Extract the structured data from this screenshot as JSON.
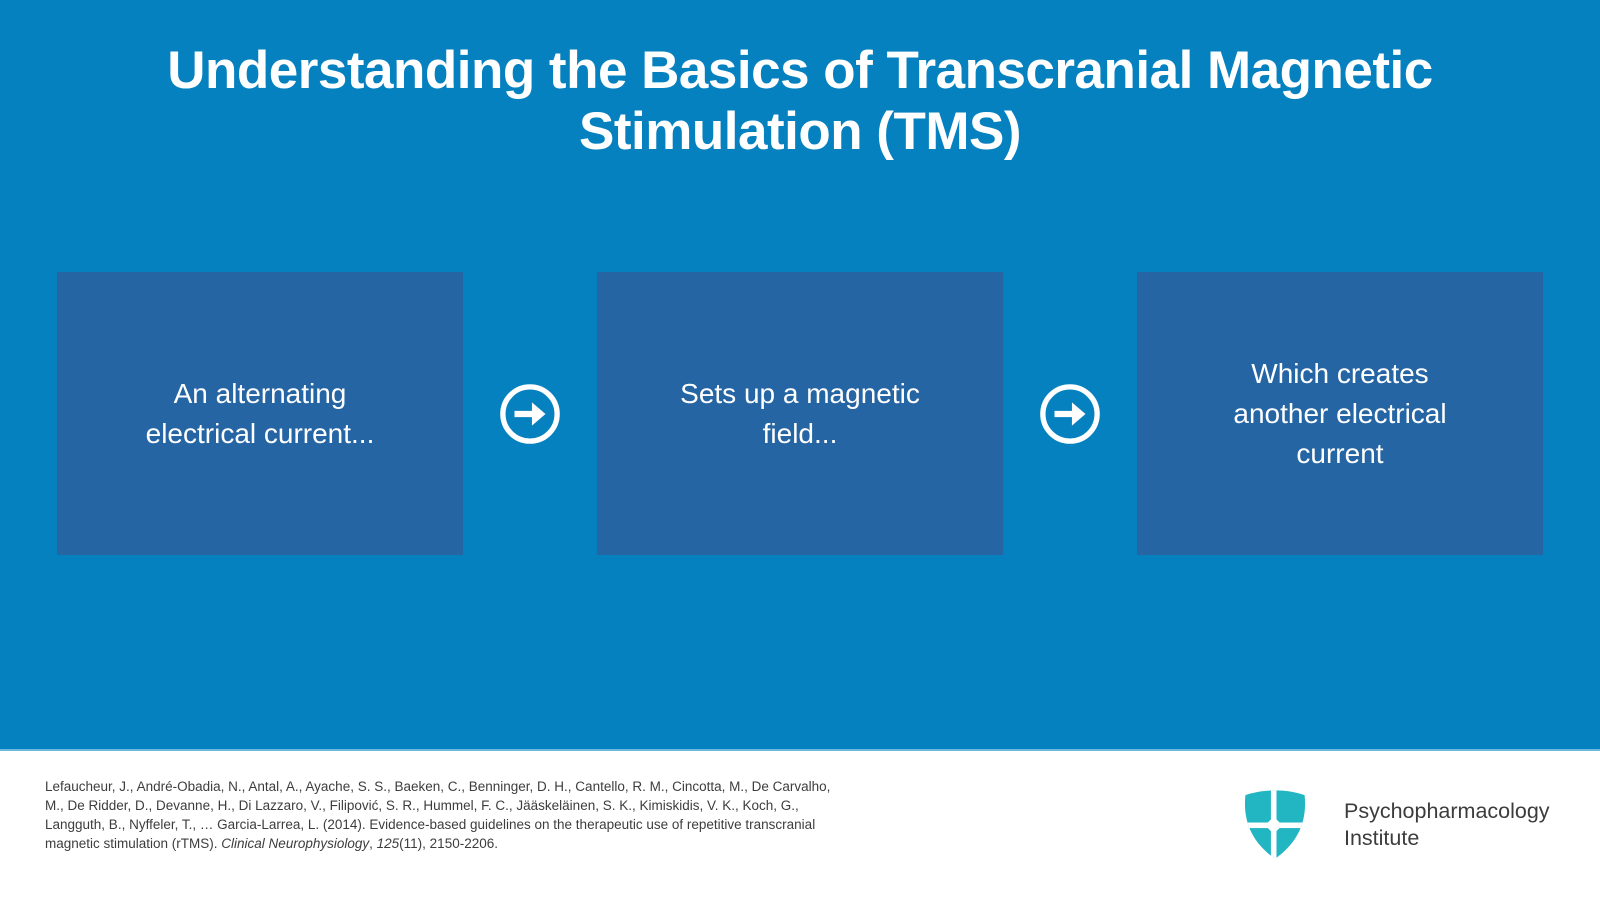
{
  "slide": {
    "title": "Understanding the Basics of Transcranial Magnetic\nStimulation (TMS)",
    "colors": {
      "background": "#0681c0",
      "box": "#2565a3",
      "footer": "#ffffff",
      "text_light": "#ffffff",
      "citation_text": "#3d3d3d",
      "logo_teal": "#22b5c2"
    },
    "flow": {
      "steps": [
        {
          "label": "An alternating\nelectrical current..."
        },
        {
          "label": "Sets up a magnetic\nfield..."
        },
        {
          "label": "Which creates\nanother electrical\ncurrent"
        }
      ],
      "arrow_icon": "circled-right-arrow"
    },
    "footer": {
      "citation": {
        "part1": "Lefaucheur, J., André-Obadia, N., Antal, A., Ayache, S. S., Baeken, C., Benninger, D. H., Cantello, R. M., Cincotta, M., De Carvalho, M., De Ridder, D., Devanne, H., Di Lazzaro, V., Filipović, S. R., Hummel, F. C., Jääskeläinen, S. K., Kimiskidis, V. K., Koch, G., Langguth, B., Nyffeler, T., … Garcia-Larrea, L. (2014). Evidence-based guidelines on the therapeutic use of repetitive transcranial magnetic stimulation (rTMS). ",
        "journal": "Clinical Neurophysiology",
        "separator": ", ",
        "volume": "125",
        "part2": "(11), 2150-2206."
      },
      "logo": {
        "icon": "shield-cross-icon",
        "line1": "Psychopharmacology",
        "line2": "Institute"
      }
    }
  }
}
